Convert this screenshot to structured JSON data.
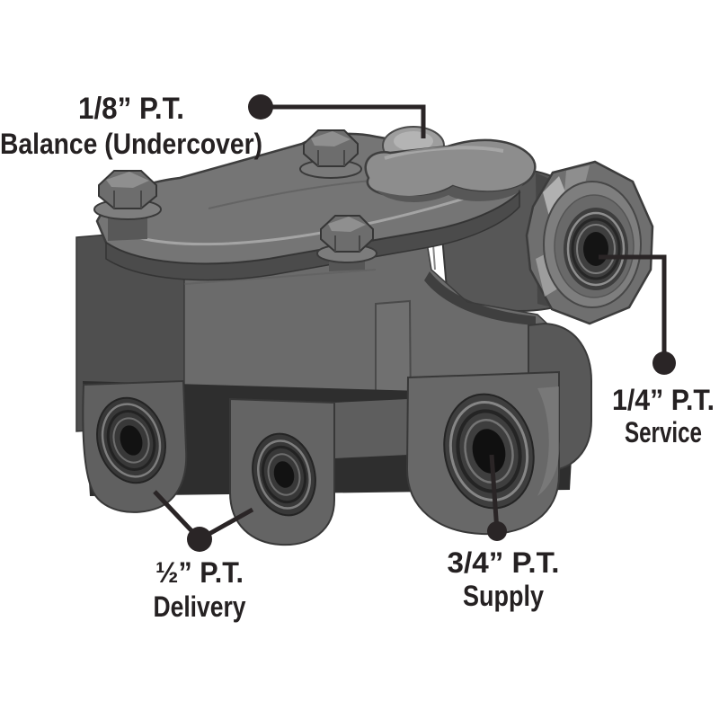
{
  "diagram": {
    "type": "annotated-product-image",
    "subject": "air brake relay valve with labeled ports",
    "background": "#ffffff",
    "callout_color": "#2a2526",
    "text_color": "#252122",
    "valve_colors": {
      "light": "#9e9e9e",
      "mid": "#6b6b6b",
      "dark": "#3e3e3e",
      "recess": "#2e2e2e",
      "hole": "#141414"
    },
    "labels": {
      "balance": {
        "size": "1/8” P.T.",
        "name": "Balance (Undercover)"
      },
      "service": {
        "size": "1/4” P.T.",
        "name": "Service"
      },
      "delivery": {
        "size": "½” P.T.",
        "name": "Delivery"
      },
      "supply": {
        "size": "3/4” P.T.",
        "name": "Supply"
      }
    }
  }
}
